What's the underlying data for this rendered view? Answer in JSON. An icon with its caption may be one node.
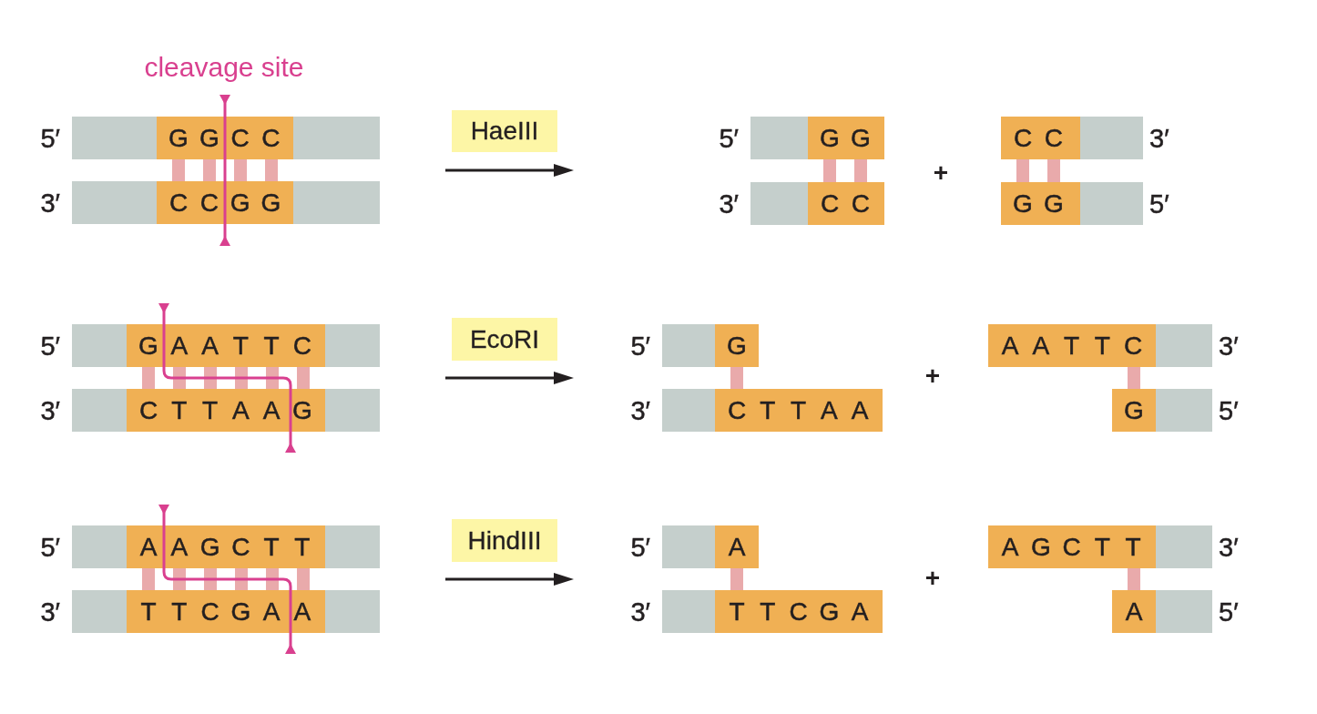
{
  "diagram": {
    "nodes": [
      {
        "text": [
          "G G C C"
        ],
        "beside": [
          "5′"
        ]
      },
      {
        "text": [
          "C C G G"
        ],
        "beside": [
          "3′"
        ]
      },
      {
        "text": [
          "HaeIII"
        ]
      },
      {
        "text": [
          "G G"
        ],
        "beside": [
          "5′"
        ]
      },
      {
        "text": [
          "C C"
        ],
        "beside": [
          "3′"
        ]
      },
      {
        "text": [
          "C C"
        ],
        "beside": [
          "3′"
        ]
      },
      {
        "text": [
          "G G"
        ],
        "beside": [
          "5′"
        ]
      },
      {
        "text": [
          "G A A T T C"
        ],
        "beside": [
          "5′"
        ]
      },
      {
        "text": [
          "C T T A A G"
        ],
        "beside": [
          "3′"
        ]
      },
      {
        "text": [
          "EcoRI"
        ]
      },
      {
        "text": [
          "G"
        ],
        "beside": [
          "5′"
        ]
      },
      {
        "text": [
          "C T T A A"
        ],
        "beside": [
          "3′"
        ]
      },
      {
        "text": [
          "A A T T C"
        ],
        "beside": [
          "3′"
        ]
      },
      {
        "text": [
          "G"
        ],
        "beside": [
          "5′"
        ]
      },
      {
        "text": [
          "A A G C T T"
        ],
        "beside": [
          "5′"
        ]
      },
      {
        "text": [
          "T T C G A A"
        ],
        "beside": [
          "3′"
        ]
      },
      {
        "text": [
          "HindIII"
        ]
      },
      {
        "text": [
          "A"
        ],
        "beside": [
          "5′"
        ]
      },
      {
        "text": [
          "T T C G A"
        ],
        "beside": [
          "3′"
        ]
      },
      {
        "text": [
          "A G C T T"
        ],
        "beside": [
          "3′"
        ]
      },
      {
        "text": [
          "A"
        ],
        "beside": [
          "5′"
        ]
      }
    ],
    "edges": [
      {
        "from": 0,
        "to": 1,
        "arrow": "none"
      },
      {
        "from": 0,
        "to": 1,
        "arrow": "none"
      },
      {
        "from": 0,
        "to": 1,
        "arrow": "none"
      },
      {
        "from": 0,
        "to": 1,
        "arrow": "none"
      },
      {
        "from": 3,
        "to": 4,
        "arrow": "none"
      },
      {
        "from": 3,
        "to": 4,
        "arrow": "none"
      },
      {
        "from": 5,
        "to": 6,
        "arrow": "none"
      },
      {
        "from": 5,
        "to": 6,
        "arrow": "none"
      },
      {
        "from": 7,
        "to": 8,
        "arrow": "none"
      },
      {
        "from": 7,
        "to": 8,
        "arrow": "none"
      },
      {
        "from": 7,
        "to": 8,
        "arrow": "none"
      },
      {
        "from": 7,
        "to": 8,
        "arrow": "none"
      },
      {
        "from": 7,
        "to": 8,
        "arrow": "none"
      },
      {
        "from": 7,
        "to": 8,
        "arrow": "none"
      },
      {
        "from": 10,
        "to": 11,
        "arrow": "none"
      },
      {
        "from": 12,
        "to": 13,
        "arrow": "none"
      },
      {
        "from": 14,
        "to": 15,
        "arrow": "none"
      },
      {
        "from": 14,
        "to": 15,
        "arrow": "none"
      },
      {
        "from": 14,
        "to": 15,
        "arrow": "none"
      },
      {
        "from": 14,
        "to": 15,
        "arrow": "none"
      },
      {
        "from": 14,
        "to": 15,
        "arrow": "none"
      },
      {
        "from": 14,
        "to": 15,
        "arrow": "none"
      },
      {
        "from": 17,
        "to": 18,
        "arrow": "none"
      },
      {
        "from": 19,
        "to": 20,
        "arrow": "none"
      }
    ],
    "labels": [
      "cleavage site",
      "+",
      "+",
      "+"
    ]
  }
}
